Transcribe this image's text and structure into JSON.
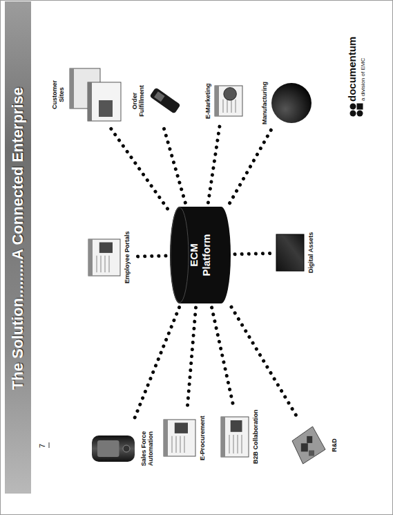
{
  "diagram": {
    "title": "The Solution.........A Connected Enterprise",
    "nodes": [
      {
        "text": [
          "Sales Force Automation"
        ]
      },
      {
        "text": [
          "E-Procurement"
        ]
      },
      {
        "text": [
          "B2B Collaboration"
        ]
      },
      {
        "text": [
          "R&D"
        ]
      },
      {
        "text": [
          "Employee Portals"
        ]
      },
      {
        "text": [
          "ECM Platform"
        ]
      },
      {
        "text": [
          "Digital Assets"
        ]
      },
      {
        "text": [
          "Customer Sites"
        ]
      },
      {
        "text": [
          "Order Fulfillment"
        ]
      },
      {
        "text": [
          "E-Marketing"
        ]
      },
      {
        "text": [
          "Manufacturing"
        ]
      }
    ],
    "edges": [
      {
        "from": 5,
        "to": 0,
        "arrow": "none"
      },
      {
        "from": 5,
        "to": 1,
        "arrow": "none"
      },
      {
        "from": 5,
        "to": 2,
        "arrow": "none"
      },
      {
        "from": 5,
        "to": 3,
        "arrow": "none"
      },
      {
        "from": 5,
        "to": 4,
        "arrow": "none"
      },
      {
        "from": 5,
        "to": 6,
        "arrow": "none"
      },
      {
        "from": 5,
        "to": 7,
        "arrow": "none"
      },
      {
        "from": 5,
        "to": 8,
        "arrow": "none"
      },
      {
        "from": 5,
        "to": 9,
        "arrow": "none"
      },
      {
        "from": 5,
        "to": 10,
        "arrow": "none"
      }
    ],
    "labels": [
      "7",
      "documentum",
      "a division of EMC"
    ]
  }
}
